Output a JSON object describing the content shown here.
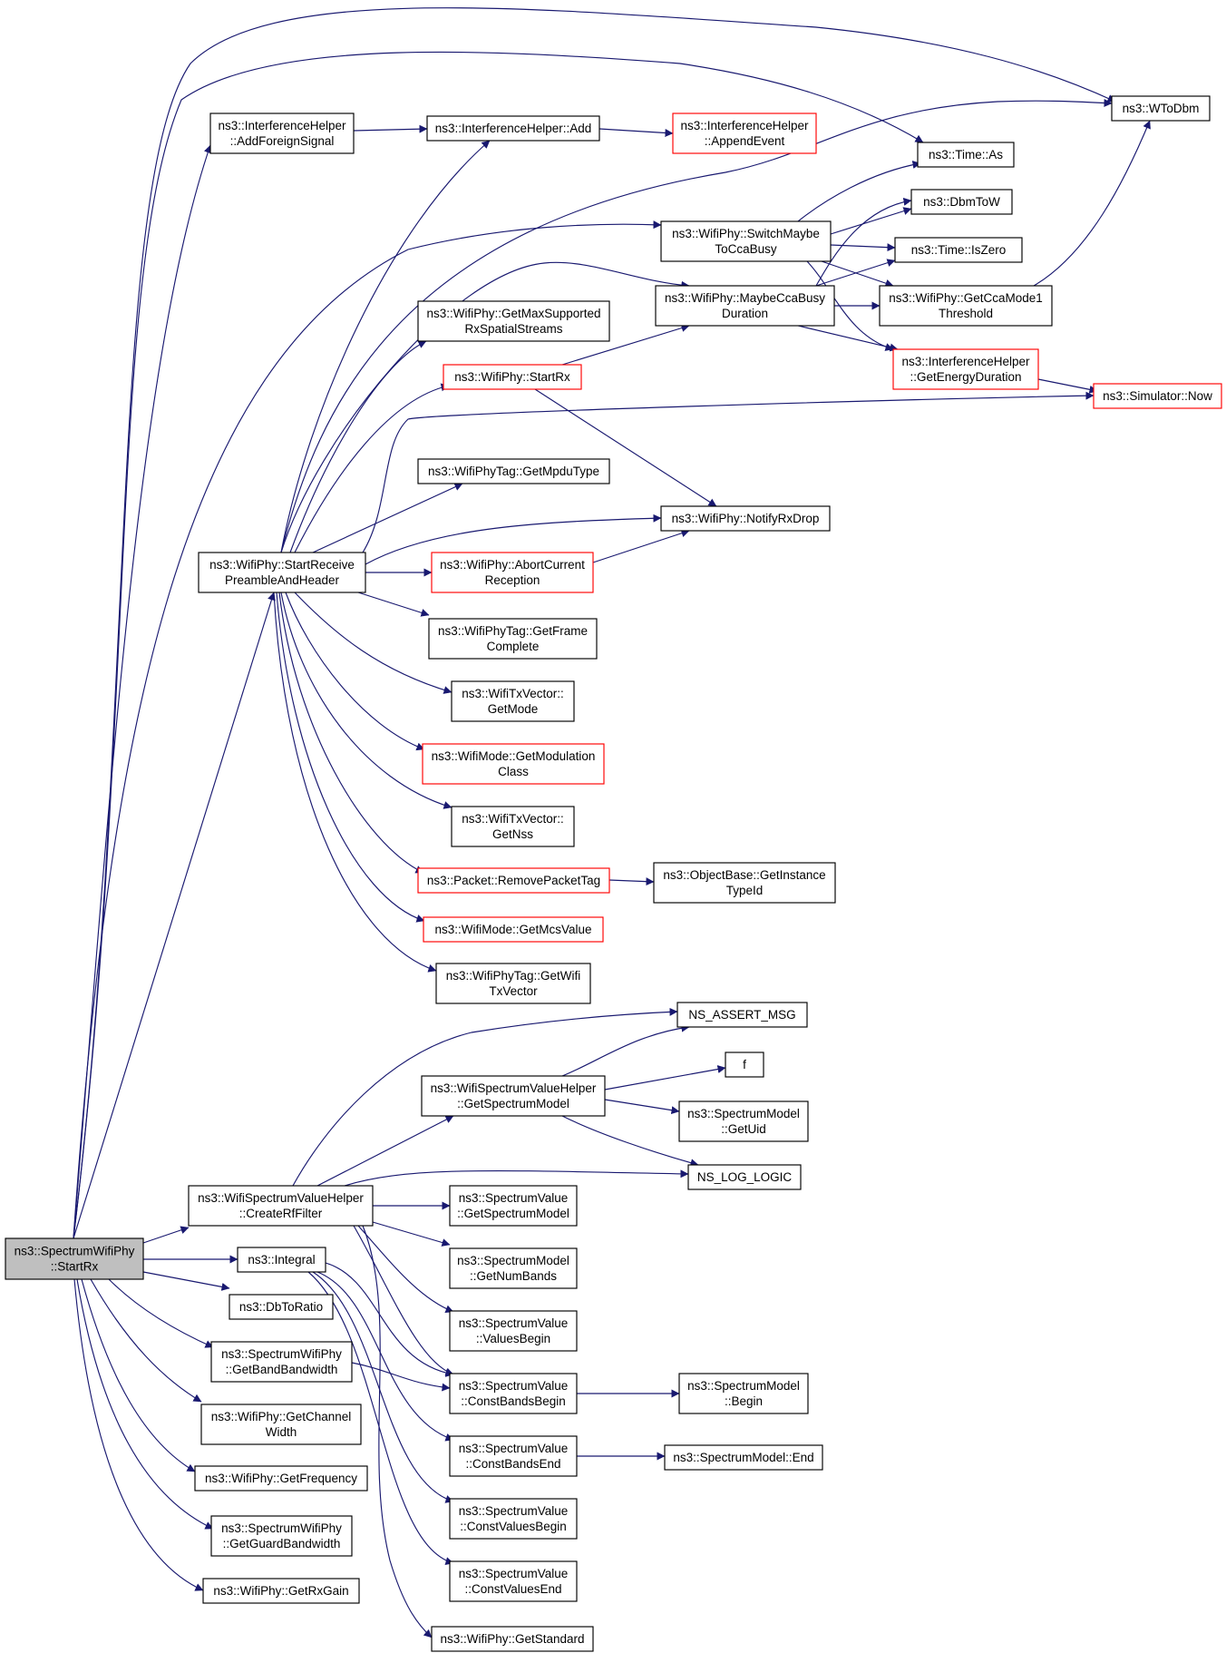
{
  "colors": {
    "edge": "#191970",
    "normal_border": "#000000",
    "truncated_border": "#ff0000",
    "root_fill": "#bfbfbf"
  },
  "nodes": [
    {
      "id": "root",
      "lines": [
        "ns3::SpectrumWifiPhy",
        "::StartRx"
      ],
      "style": "root"
    },
    {
      "id": "addForeign",
      "lines": [
        "ns3::InterferenceHelper",
        "::AddForeignSignal"
      ],
      "style": "normal"
    },
    {
      "id": "ihAdd",
      "lines": [
        "ns3::InterferenceHelper::Add"
      ],
      "style": "normal"
    },
    {
      "id": "appendEvent",
      "lines": [
        "ns3::InterferenceHelper",
        "::AppendEvent"
      ],
      "style": "truncated"
    },
    {
      "id": "wtodbm",
      "lines": [
        "ns3::WToDbm"
      ],
      "style": "normal"
    },
    {
      "id": "timeAs",
      "lines": [
        "ns3::Time::As"
      ],
      "style": "normal"
    },
    {
      "id": "dbmtow",
      "lines": [
        "ns3::DbmToW"
      ],
      "style": "normal"
    },
    {
      "id": "switchMaybe",
      "lines": [
        "ns3::WifiPhy::SwitchMaybe",
        "ToCcaBusy"
      ],
      "style": "normal"
    },
    {
      "id": "isZero",
      "lines": [
        "ns3::Time::IsZero"
      ],
      "style": "normal"
    },
    {
      "id": "maybeCca",
      "lines": [
        "ns3::WifiPhy::MaybeCcaBusy",
        "Duration"
      ],
      "style": "normal"
    },
    {
      "id": "getCcaMode1",
      "lines": [
        "ns3::WifiPhy::GetCcaMode1",
        "Threshold"
      ],
      "style": "normal"
    },
    {
      "id": "getMaxSupported",
      "lines": [
        "ns3::WifiPhy::GetMaxSupported",
        "RxSpatialStreams"
      ],
      "style": "normal"
    },
    {
      "id": "getEnergyDuration",
      "lines": [
        "ns3::InterferenceHelper",
        "::GetEnergyDuration"
      ],
      "style": "truncated"
    },
    {
      "id": "wifiStartRx",
      "lines": [
        "ns3::WifiPhy::StartRx"
      ],
      "style": "truncated"
    },
    {
      "id": "simNow",
      "lines": [
        "ns3::Simulator::Now"
      ],
      "style": "truncated"
    },
    {
      "id": "getMpduType",
      "lines": [
        "ns3::WifiPhyTag::GetMpduType"
      ],
      "style": "normal"
    },
    {
      "id": "notifyRxDrop",
      "lines": [
        "ns3::WifiPhy::NotifyRxDrop"
      ],
      "style": "normal"
    },
    {
      "id": "startReceive",
      "lines": [
        "ns3::WifiPhy::StartReceive",
        "PreambleAndHeader"
      ],
      "style": "normal"
    },
    {
      "id": "abortCurrent",
      "lines": [
        "ns3::WifiPhy::AbortCurrent",
        "Reception"
      ],
      "style": "truncated"
    },
    {
      "id": "getFrameComplete",
      "lines": [
        "ns3::WifiPhyTag::GetFrame",
        "Complete"
      ],
      "style": "normal"
    },
    {
      "id": "txGetMode",
      "lines": [
        "ns3::WifiTxVector::",
        "GetMode"
      ],
      "style": "normal"
    },
    {
      "id": "getModClass",
      "lines": [
        "ns3::WifiMode::GetModulation",
        "Class"
      ],
      "style": "truncated"
    },
    {
      "id": "txGetNss",
      "lines": [
        "ns3::WifiTxVector::",
        "GetNss"
      ],
      "style": "normal"
    },
    {
      "id": "removePacketTag",
      "lines": [
        "ns3::Packet::RemovePacketTag"
      ],
      "style": "truncated"
    },
    {
      "id": "getInstanceTypeId",
      "lines": [
        "ns3::ObjectBase::GetInstance",
        "TypeId"
      ],
      "style": "normal"
    },
    {
      "id": "getMcsValue",
      "lines": [
        "ns3::WifiMode::GetMcsValue"
      ],
      "style": "truncated"
    },
    {
      "id": "getWifiTxVector",
      "lines": [
        "ns3::WifiPhyTag::GetWifi",
        "TxVector"
      ],
      "style": "normal"
    },
    {
      "id": "nsAssert",
      "lines": [
        "NS_ASSERT_MSG"
      ],
      "style": "normal"
    },
    {
      "id": "wsvhGetSpectrumModel",
      "lines": [
        "ns3::WifiSpectrumValueHelper",
        "::GetSpectrumModel"
      ],
      "style": "normal"
    },
    {
      "id": "f",
      "lines": [
        "f"
      ],
      "style": "normal"
    },
    {
      "id": "smGetUid",
      "lines": [
        "ns3::SpectrumModel",
        "::GetUid"
      ],
      "style": "normal"
    },
    {
      "id": "nsLogLogic",
      "lines": [
        "NS_LOG_LOGIC"
      ],
      "style": "normal"
    },
    {
      "id": "createRf",
      "lines": [
        "ns3::WifiSpectrumValueHelper",
        "::CreateRfFilter"
      ],
      "style": "normal"
    },
    {
      "id": "svGetSpectrumModel",
      "lines": [
        "ns3::SpectrumValue",
        "::GetSpectrumModel"
      ],
      "style": "normal"
    },
    {
      "id": "integral",
      "lines": [
        "ns3::Integral"
      ],
      "style": "normal"
    },
    {
      "id": "smGetNumBands",
      "lines": [
        "ns3::SpectrumModel",
        "::GetNumBands"
      ],
      "style": "normal"
    },
    {
      "id": "dbToRatio",
      "lines": [
        "ns3::DbToRatio"
      ],
      "style": "normal"
    },
    {
      "id": "valuesBegin",
      "lines": [
        "ns3::SpectrumValue",
        "::ValuesBegin"
      ],
      "style": "normal"
    },
    {
      "id": "getBandBandwidth",
      "lines": [
        "ns3::SpectrumWifiPhy",
        "::GetBandBandwidth"
      ],
      "style": "normal"
    },
    {
      "id": "constBandsBegin",
      "lines": [
        "ns3::SpectrumValue",
        "::ConstBandsBegin"
      ],
      "style": "normal"
    },
    {
      "id": "smBegin",
      "lines": [
        "ns3::SpectrumModel",
        "::Begin"
      ],
      "style": "normal"
    },
    {
      "id": "getChannelWidth",
      "lines": [
        "ns3::WifiPhy::GetChannel",
        "Width"
      ],
      "style": "normal"
    },
    {
      "id": "constBandsEnd",
      "lines": [
        "ns3::SpectrumValue",
        "::ConstBandsEnd"
      ],
      "style": "normal"
    },
    {
      "id": "smEnd",
      "lines": [
        "ns3::SpectrumModel::End"
      ],
      "style": "normal"
    },
    {
      "id": "getFrequency",
      "lines": [
        "ns3::WifiPhy::GetFrequency"
      ],
      "style": "normal"
    },
    {
      "id": "constValuesBegin",
      "lines": [
        "ns3::SpectrumValue",
        "::ConstValuesBegin"
      ],
      "style": "normal"
    },
    {
      "id": "getGuardBandwidth",
      "lines": [
        "ns3::SpectrumWifiPhy",
        "::GetGuardBandwidth"
      ],
      "style": "normal"
    },
    {
      "id": "constValuesEnd",
      "lines": [
        "ns3::SpectrumValue",
        "::ConstValuesEnd"
      ],
      "style": "normal"
    },
    {
      "id": "getRxGain",
      "lines": [
        "ns3::WifiPhy::GetRxGain"
      ],
      "style": "normal"
    },
    {
      "id": "getStandard",
      "lines": [
        "ns3::WifiPhy::GetStandard"
      ],
      "style": "normal"
    }
  ],
  "edges": [
    [
      "root",
      "addForeign"
    ],
    [
      "root",
      "wtodbm"
    ],
    [
      "root",
      "timeAs"
    ],
    [
      "root",
      "startReceive"
    ],
    [
      "root",
      "createRf"
    ],
    [
      "root",
      "integral"
    ],
    [
      "root",
      "dbToRatio"
    ],
    [
      "root",
      "getBandBandwidth"
    ],
    [
      "root",
      "getChannelWidth"
    ],
    [
      "root",
      "getFrequency"
    ],
    [
      "root",
      "getGuardBandwidth"
    ],
    [
      "root",
      "getRxGain"
    ],
    [
      "root",
      "switchMaybe"
    ],
    [
      "addForeign",
      "ihAdd"
    ],
    [
      "ihAdd",
      "appendEvent"
    ],
    [
      "switchMaybe",
      "timeAs"
    ],
    [
      "switchMaybe",
      "dbmtow"
    ],
    [
      "switchMaybe",
      "isZero"
    ],
    [
      "switchMaybe",
      "getCcaMode1"
    ],
    [
      "switchMaybe",
      "getEnergyDuration"
    ],
    [
      "maybeCca",
      "dbmtow"
    ],
    [
      "maybeCca",
      "isZero"
    ],
    [
      "maybeCca",
      "getCcaMode1"
    ],
    [
      "maybeCca",
      "getEnergyDuration"
    ],
    [
      "getCcaMode1",
      "wtodbm"
    ],
    [
      "getEnergyDuration",
      "simNow"
    ],
    [
      "wifiStartRx",
      "maybeCca"
    ],
    [
      "wifiStartRx",
      "notifyRxDrop"
    ],
    [
      "abortCurrent",
      "notifyRxDrop"
    ],
    [
      "startReceive",
      "ihAdd"
    ],
    [
      "startReceive",
      "wtodbm"
    ],
    [
      "startReceive",
      "maybeCca"
    ],
    [
      "startReceive",
      "getMaxSupported"
    ],
    [
      "startReceive",
      "wifiStartRx"
    ],
    [
      "startReceive",
      "simNow"
    ],
    [
      "startReceive",
      "getMpduType"
    ],
    [
      "startReceive",
      "notifyRxDrop"
    ],
    [
      "startReceive",
      "abortCurrent"
    ],
    [
      "startReceive",
      "getFrameComplete"
    ],
    [
      "startReceive",
      "txGetMode"
    ],
    [
      "startReceive",
      "getModClass"
    ],
    [
      "startReceive",
      "txGetNss"
    ],
    [
      "startReceive",
      "removePacketTag"
    ],
    [
      "startReceive",
      "getMcsValue"
    ],
    [
      "startReceive",
      "getWifiTxVector"
    ],
    [
      "removePacketTag",
      "getInstanceTypeId"
    ],
    [
      "createRf",
      "nsAssert"
    ],
    [
      "createRf",
      "wsvhGetSpectrumModel"
    ],
    [
      "createRf",
      "nsLogLogic"
    ],
    [
      "createRf",
      "svGetSpectrumModel"
    ],
    [
      "createRf",
      "smGetNumBands"
    ],
    [
      "createRf",
      "valuesBegin"
    ],
    [
      "createRf",
      "constBandsBegin"
    ],
    [
      "createRf",
      "getStandard"
    ],
    [
      "wsvhGetSpectrumModel",
      "nsAssert"
    ],
    [
      "wsvhGetSpectrumModel",
      "f"
    ],
    [
      "wsvhGetSpectrumModel",
      "smGetUid"
    ],
    [
      "wsvhGetSpectrumModel",
      "nsLogLogic"
    ],
    [
      "integral",
      "constBandsBegin"
    ],
    [
      "integral",
      "constBandsEnd"
    ],
    [
      "integral",
      "constValuesBegin"
    ],
    [
      "integral",
      "constValuesEnd"
    ],
    [
      "getBandBandwidth",
      "constBandsBegin"
    ],
    [
      "constBandsBegin",
      "smBegin"
    ],
    [
      "constBandsEnd",
      "smEnd"
    ]
  ]
}
